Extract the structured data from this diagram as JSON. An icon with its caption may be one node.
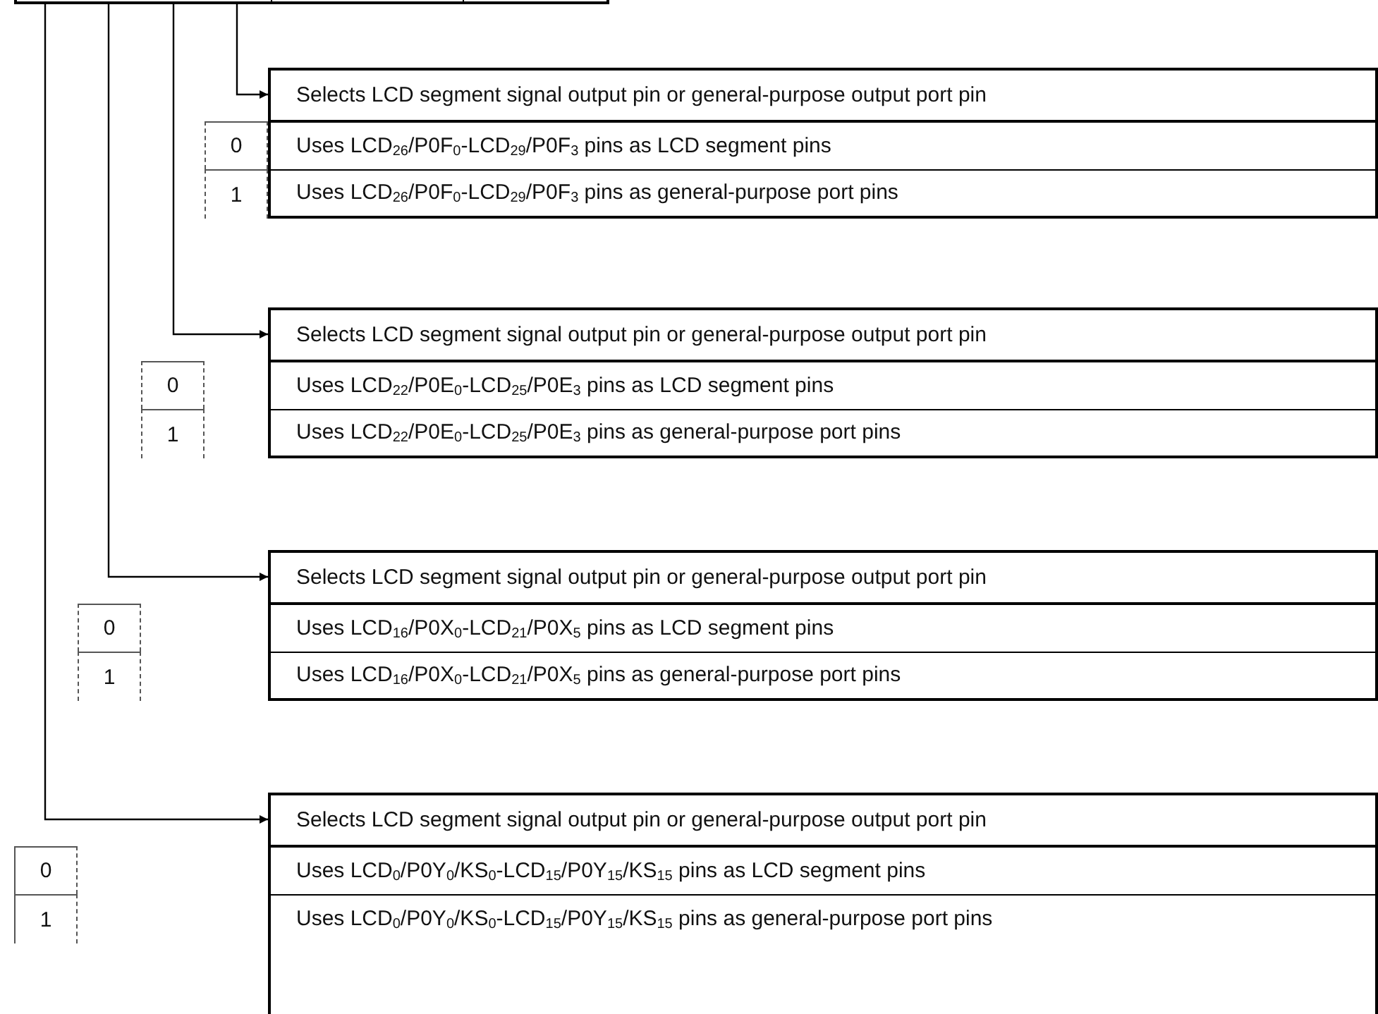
{
  "diagram": {
    "nodes": [
      {
        "text": [],
        "shape": "box"
      },
      {
        "text": [
          "Selects LCD segment signal output pin or general-purpose output port pin"
        ]
      },
      {
        "text": [
          "Uses LCD$_{26}$/P0F$_{0}$-LCD$_{29}$/P0F$_{3}$ pins as LCD segment pins"
        ]
      },
      {
        "text": [
          "Uses LCD$_{26}$/P0F$_{0}$-LCD$_{29}$/P0F$_{3}$ pins as general-purpose port pins"
        ]
      },
      {
        "text": [
          "Selects LCD segment signal output pin or general-purpose output port pin"
        ]
      },
      {
        "text": [
          "Uses LCD$_{22}$/P0E$_{0}$-LCD$_{25}$/P0E$_{3}$ pins as LCD segment pins"
        ]
      },
      {
        "text": [
          "Uses LCD$_{22}$/P0E$_{0}$-LCD$_{25}$/P0E$_{3}$ pins as general-purpose port pins"
        ]
      },
      {
        "text": [
          "Selects LCD segment signal output pin or general-purpose output port pin"
        ]
      },
      {
        "text": [
          "Uses LCD$_{16}$/P0X$_{0}$-LCD$_{21}$/P0X$_{5}$ pins as LCD segment pins"
        ]
      },
      {
        "text": [
          "Uses LCD$_{16}$/P0X$_{0}$-LCD$_{21}$/P0X$_{5}$ pins as general-purpose port pins"
        ]
      },
      {
        "text": [
          "Selects LCD segment signal output pin or general-purpose output port pin"
        ]
      },
      {
        "text": [
          "Uses LCD$_{0}$/P0Y$_{0}$/KS$_{0}$-LCD$_{15}$/P0Y$_{15}$/KS$_{15}$ pins as LCD segment pins"
        ]
      },
      {
        "text": [
          "Uses LCD$_{0}$/P0Y$_{0}$/KS$_{0}$-LCD$_{15}$/P0Y$_{15}$/KS$_{15}$ pins as general-purpose port pins"
        ]
      }
    ],
    "edges": [
      {
        "from": 0,
        "to": 1,
        "arrow": "to"
      },
      {
        "from": 0,
        "to": 4,
        "arrow": "to"
      },
      {
        "from": 0,
        "to": 7,
        "arrow": "to"
      },
      {
        "from": 0,
        "to": 10,
        "arrow": "to"
      }
    ],
    "labels": [
      "0",
      "1",
      "0",
      "1",
      "0",
      "1",
      "0",
      "1"
    ]
  }
}
